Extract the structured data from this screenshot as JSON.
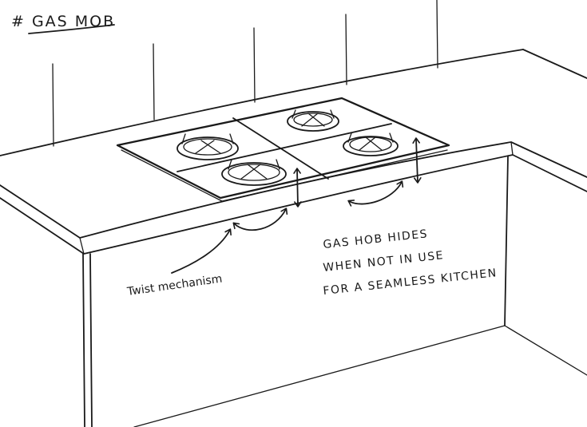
{
  "title": "# GAS MOB",
  "annotations": {
    "twist": "Twist mechanism",
    "note_lines": [
      "GAS HOB HIDES",
      "WHEN NOT IN USE",
      "FOR A SEAMLESS KITCHEN"
    ]
  },
  "colors": {
    "ink": "#1a1a1a",
    "paper": "#ffffff"
  }
}
